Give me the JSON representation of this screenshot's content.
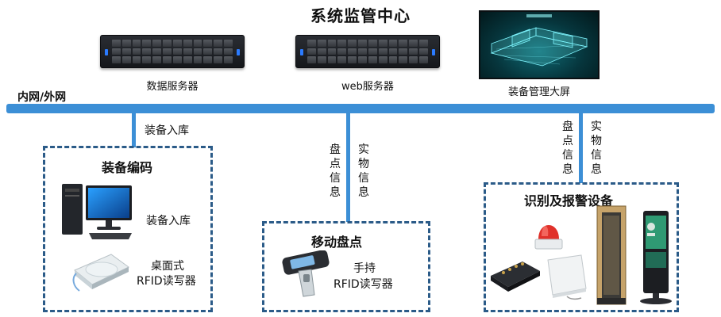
{
  "diagram": {
    "title": "系统监管中心",
    "network_label": "内网/外网",
    "servers": [
      {
        "label": "数据服务器"
      },
      {
        "label": "web服务器"
      }
    ],
    "screen": {
      "label": "装备管理大屏"
    },
    "links": {
      "inbound": "装备入库",
      "mobile_left": "盘点信息",
      "mobile_right": "实物信息",
      "alarm_left": "盘点信息",
      "alarm_right": "实物信息"
    },
    "groups": {
      "coding": {
        "title": "装备编码",
        "item_1": "装备入库",
        "item_2_line_1": "桌面式",
        "item_2_line_2": "RFID读写器"
      },
      "mobile": {
        "title": "移动盘点",
        "item_line_1": "手持",
        "item_line_2": "RFID读写器"
      },
      "alarm": {
        "title": "识别及报警设备"
      }
    },
    "colors": {
      "bus": "#3c8fd6",
      "group_border": "#2b5b88"
    }
  }
}
